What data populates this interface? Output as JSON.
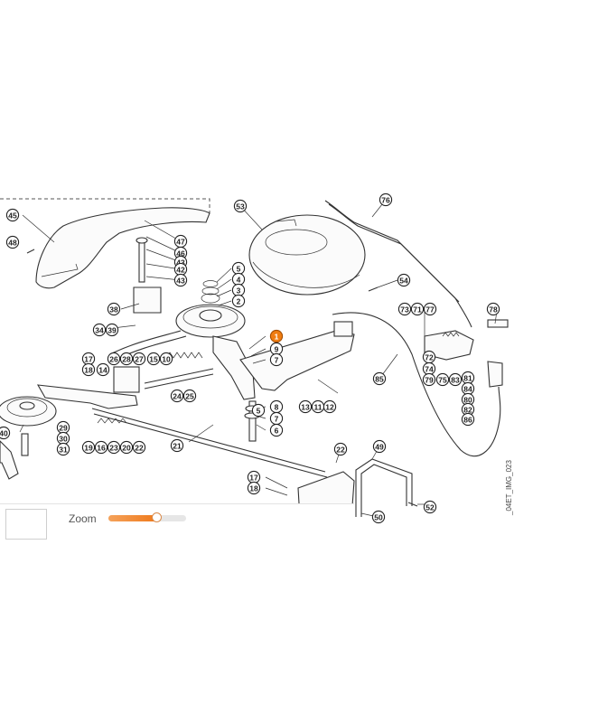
{
  "image_ref": "_04ET_IMG_023",
  "highlight_color": "#f07d12",
  "highlighted_part": "1",
  "zoom": {
    "label": "Zoom",
    "level": 0.62
  },
  "part_numbers": [
    "1",
    "2",
    "3",
    "4",
    "5",
    "6",
    "7",
    "8",
    "9",
    "10",
    "11",
    "12",
    "13",
    "14",
    "15",
    "16",
    "17",
    "18",
    "19",
    "20",
    "21",
    "22",
    "23",
    "24",
    "25",
    "26",
    "27",
    "28",
    "29",
    "30",
    "31",
    "34",
    "38",
    "39",
    "40",
    "42",
    "43",
    "45",
    "46",
    "47",
    "48",
    "49",
    "50",
    "52",
    "53",
    "54",
    "71",
    "72",
    "73",
    "74",
    "75",
    "76",
    "77",
    "78",
    "79",
    "80",
    "81",
    "82",
    "83",
    "84",
    "85",
    "86"
  ],
  "callouts": [
    {
      "id": "45",
      "text": "45"
    },
    {
      "id": "48",
      "text": "48"
    },
    {
      "id": "47",
      "text": "47"
    },
    {
      "id": "46",
      "text": "46"
    },
    {
      "id": "43a",
      "text": "43"
    },
    {
      "id": "42",
      "text": "42"
    },
    {
      "id": "43b",
      "text": "43"
    },
    {
      "id": "53",
      "text": "53"
    },
    {
      "id": "76",
      "text": "76"
    },
    {
      "id": "5a",
      "text": "5"
    },
    {
      "id": "4",
      "text": "4"
    },
    {
      "id": "3",
      "text": "3"
    },
    {
      "id": "2",
      "text": "2"
    },
    {
      "id": "54",
      "text": "54"
    },
    {
      "id": "38",
      "text": "38"
    },
    {
      "id": "34",
      "text": "34"
    },
    {
      "id": "39",
      "text": "39"
    },
    {
      "id": "1",
      "text": "1"
    },
    {
      "id": "9",
      "text": "9"
    },
    {
      "id": "7a",
      "text": "7"
    },
    {
      "id": "73",
      "text": "73"
    },
    {
      "id": "71",
      "text": "71"
    },
    {
      "id": "77",
      "text": "77"
    },
    {
      "id": "78",
      "text": "78"
    },
    {
      "id": "72",
      "text": "72"
    },
    {
      "id": "74",
      "text": "74"
    },
    {
      "id": "79",
      "text": "79"
    },
    {
      "id": "75",
      "text": "75"
    },
    {
      "id": "83",
      "text": "83"
    },
    {
      "id": "81",
      "text": "81"
    },
    {
      "id": "84",
      "text": "84"
    },
    {
      "id": "80",
      "text": "80"
    },
    {
      "id": "82",
      "text": "82"
    },
    {
      "id": "86",
      "text": "86"
    },
    {
      "id": "85",
      "text": "85"
    },
    {
      "id": "17a",
      "text": "17"
    },
    {
      "id": "18a",
      "text": "18"
    },
    {
      "id": "26",
      "text": "26"
    },
    {
      "id": "28",
      "text": "28"
    },
    {
      "id": "27",
      "text": "27"
    },
    {
      "id": "15",
      "text": "15"
    },
    {
      "id": "10",
      "text": "10"
    },
    {
      "id": "14",
      "text": "14"
    },
    {
      "id": "5b",
      "text": "5"
    },
    {
      "id": "24",
      "text": "24"
    },
    {
      "id": "25",
      "text": "25"
    },
    {
      "id": "13",
      "text": "13"
    },
    {
      "id": "11",
      "text": "11"
    },
    {
      "id": "12",
      "text": "12"
    },
    {
      "id": "8",
      "text": "8"
    },
    {
      "id": "7b",
      "text": "7"
    },
    {
      "id": "6",
      "text": "6"
    },
    {
      "id": "29",
      "text": "29"
    },
    {
      "id": "30",
      "text": "30"
    },
    {
      "id": "31",
      "text": "31"
    },
    {
      "id": "19",
      "text": "19"
    },
    {
      "id": "16",
      "text": "16"
    },
    {
      "id": "23",
      "text": "23"
    },
    {
      "id": "20",
      "text": "20"
    },
    {
      "id": "22a",
      "text": "22"
    },
    {
      "id": "21",
      "text": "21"
    },
    {
      "id": "40",
      "text": "40"
    },
    {
      "id": "22b",
      "text": "22"
    },
    {
      "id": "49",
      "text": "49"
    },
    {
      "id": "17b",
      "text": "17"
    },
    {
      "id": "18b",
      "text": "18"
    },
    {
      "id": "50",
      "text": "50"
    },
    {
      "id": "52",
      "text": "52"
    }
  ]
}
